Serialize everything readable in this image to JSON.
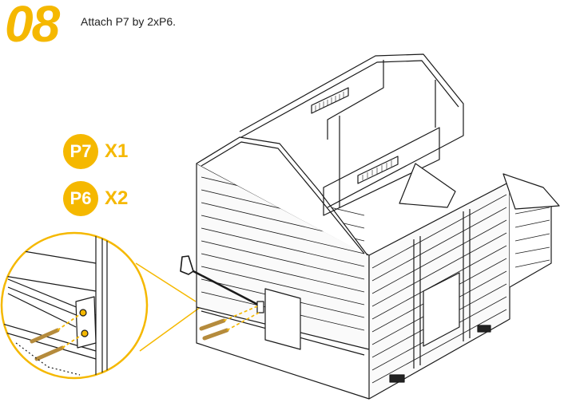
{
  "step": {
    "number": "08",
    "instruction": "Attach P7 by 2xP6."
  },
  "parts": [
    {
      "id": "P7",
      "qty": "X1"
    },
    {
      "id": "P6",
      "qty": "X2"
    }
  ],
  "colors": {
    "accent": "#f5b800",
    "line": "#1a1a1a"
  }
}
